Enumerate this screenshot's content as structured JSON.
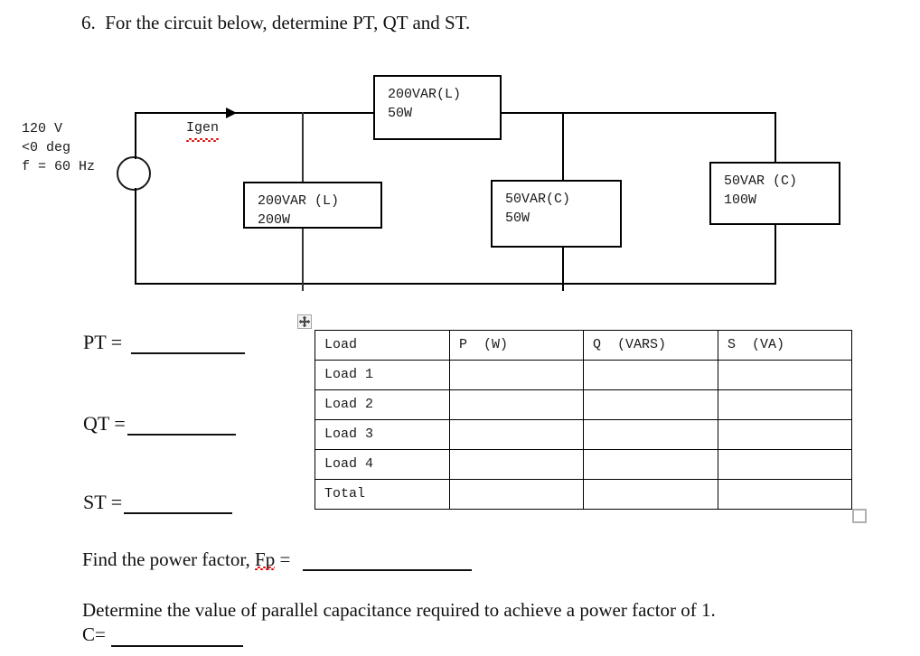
{
  "question": {
    "number_and_text": "6.  For the circuit below, determine PT, QT and ST."
  },
  "circuit": {
    "source": {
      "voltage": "120 V",
      "phase": "<0 deg",
      "frequency": "f = 60 Hz",
      "current_label": "Igen"
    },
    "loads": [
      {
        "id": "load-1",
        "reactive": "200VAR(L)",
        "real": "50W"
      },
      {
        "id": "load-2",
        "reactive": "200VAR (L)",
        "real": "200W"
      },
      {
        "id": "load-3",
        "reactive": "50VAR(C)",
        "real": "50W"
      },
      {
        "id": "load-4",
        "reactive": "50VAR (C)",
        "real": "100W"
      }
    ]
  },
  "answers": {
    "pt_label": "PT =",
    "qt_label": "QT =",
    "st_label": "ST ="
  },
  "table": {
    "headers": [
      "Load",
      "P  (W)",
      "Q  (VARS)",
      "S  (VA)"
    ],
    "rows": [
      {
        "label": "Load 1",
        "p": "",
        "q": "",
        "s": ""
      },
      {
        "label": "Load 2",
        "p": "",
        "q": "",
        "s": ""
      },
      {
        "label": "Load 3",
        "p": "",
        "q": "",
        "s": ""
      },
      {
        "label": "Load 4",
        "p": "",
        "q": "",
        "s": ""
      },
      {
        "label": "Total",
        "p": "",
        "q": "",
        "s": ""
      }
    ]
  },
  "prompts": {
    "power_factor_prefix": "Find the power factor, ",
    "power_factor_symbol": "Fp",
    "power_factor_equals": " = ",
    "capacitance_question": "Determine the value of parallel capacitance required to achieve a power factor of 1.",
    "capacitance_label": "C="
  },
  "colors": {
    "wire": "#000000",
    "text": "#111111",
    "spellcheck_underline": "#e00000",
    "handle_border": "#a6a6a6"
  }
}
